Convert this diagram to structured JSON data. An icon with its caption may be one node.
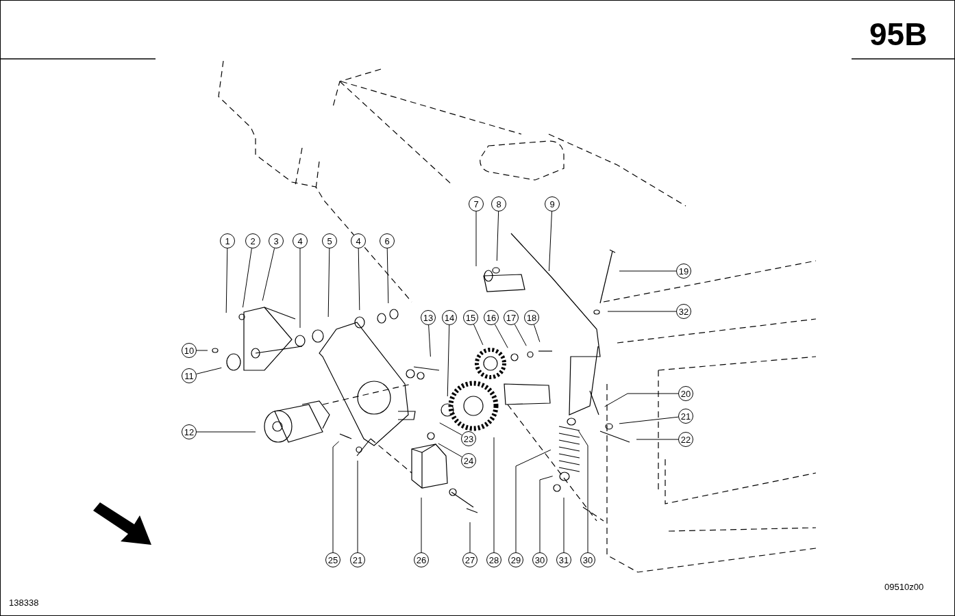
{
  "diagram": {
    "nodes": [
      {
        "text": [
          "1"
        ]
      },
      {
        "text": [
          "2"
        ]
      },
      {
        "text": [
          "3"
        ]
      },
      {
        "text": [
          "4"
        ]
      },
      {
        "text": [
          "5"
        ]
      },
      {
        "text": [
          "4"
        ]
      },
      {
        "text": [
          "6"
        ]
      },
      {
        "text": [
          "7"
        ]
      },
      {
        "text": [
          "8"
        ]
      },
      {
        "text": [
          "9"
        ]
      },
      {
        "text": [
          "19"
        ]
      },
      {
        "text": [
          "32"
        ]
      },
      {
        "text": [
          "13"
        ]
      },
      {
        "text": [
          "14"
        ]
      },
      {
        "text": [
          "15"
        ]
      },
      {
        "text": [
          "16"
        ]
      },
      {
        "text": [
          "17"
        ]
      },
      {
        "text": [
          "18"
        ]
      },
      {
        "text": [
          "10"
        ]
      },
      {
        "text": [
          "11"
        ]
      },
      {
        "text": [
          "20"
        ]
      },
      {
        "text": [
          "21"
        ]
      },
      {
        "text": [
          "12"
        ]
      },
      {
        "text": [
          "22"
        ]
      },
      {
        "text": [
          "23"
        ]
      },
      {
        "text": [
          "24"
        ]
      },
      {
        "text": [
          "25"
        ]
      },
      {
        "text": [
          "21"
        ]
      },
      {
        "text": [
          "26"
        ]
      },
      {
        "text": [
          "27"
        ]
      },
      {
        "text": [
          "28"
        ]
      },
      {
        "text": [
          "29"
        ]
      },
      {
        "text": [
          "30"
        ]
      },
      {
        "text": [
          "31"
        ]
      },
      {
        "text": [
          "30"
        ]
      }
    ],
    "edges": [
      {
        "from": 0,
        "to": null,
        "arrow": "none"
      },
      {
        "from": 1,
        "to": null,
        "arrow": "none"
      },
      {
        "from": 2,
        "to": null,
        "arrow": "none"
      },
      {
        "from": 3,
        "to": null,
        "arrow": "none"
      },
      {
        "from": 4,
        "to": null,
        "arrow": "none"
      },
      {
        "from": 5,
        "to": null,
        "arrow": "none"
      },
      {
        "from": 6,
        "to": null,
        "arrow": "none"
      },
      {
        "from": 7,
        "to": null,
        "arrow": "none"
      },
      {
        "from": 8,
        "to": null,
        "arrow": "none"
      },
      {
        "from": 9,
        "to": null,
        "arrow": "none"
      },
      {
        "from": 10,
        "to": null,
        "arrow": "none"
      },
      {
        "from": 11,
        "to": null,
        "arrow": "none"
      },
      {
        "from": 12,
        "to": null,
        "arrow": "none"
      },
      {
        "from": 13,
        "to": null,
        "arrow": "none"
      },
      {
        "from": 14,
        "to": null,
        "arrow": "none"
      },
      {
        "from": 15,
        "to": null,
        "arrow": "none"
      },
      {
        "from": 16,
        "to": null,
        "arrow": "none"
      },
      {
        "from": 17,
        "to": null,
        "arrow": "none"
      },
      {
        "from": 18,
        "to": null,
        "arrow": "none"
      },
      {
        "from": 19,
        "to": null,
        "arrow": "none"
      },
      {
        "from": 20,
        "to": null,
        "arrow": "none"
      },
      {
        "from": 21,
        "to": null,
        "arrow": "none"
      },
      {
        "from": 22,
        "to": null,
        "arrow": "none"
      },
      {
        "from": 23,
        "to": null,
        "arrow": "none"
      },
      {
        "from": 24,
        "to": null,
        "arrow": "none"
      },
      {
        "from": 25,
        "to": null,
        "arrow": "none"
      },
      {
        "from": 26,
        "to": null,
        "arrow": "none"
      },
      {
        "from": 27,
        "to": null,
        "arrow": "none"
      },
      {
        "from": 28,
        "to": null,
        "arrow": "none"
      },
      {
        "from": 29,
        "to": null,
        "arrow": "none"
      },
      {
        "from": 30,
        "to": null,
        "arrow": "none"
      },
      {
        "from": 31,
        "to": null,
        "arrow": "none"
      },
      {
        "from": 32,
        "to": null,
        "arrow": "none"
      },
      {
        "from": 33,
        "to": null,
        "arrow": "none"
      },
      {
        "from": 34,
        "to": null,
        "arrow": "none"
      }
    ],
    "labels": [
      "95B",
      "09510z00",
      "138338"
    ]
  }
}
